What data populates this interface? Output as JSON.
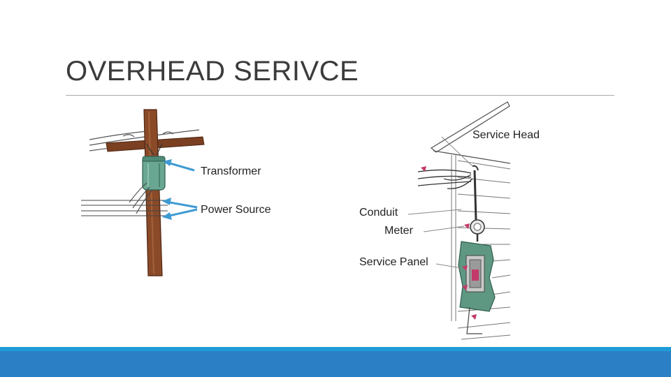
{
  "slide": {
    "title": "OVERHEAD SERIVCE"
  },
  "labels": {
    "transformer": "Transformer",
    "power_source": "Power Source",
    "service_head": "Service Head",
    "conduit": "Conduit",
    "meter": "Meter",
    "service_panel": "Service Panel"
  },
  "colors": {
    "pole": "#7b3f22",
    "transformer": "#5f9a86",
    "arrow": "#3e9ad3",
    "wall_siding": "#ffffff",
    "panel": "#4f8a73",
    "pointer": "#c23a6a",
    "footer": "#2b7fc5",
    "footer_accent": "#1e9bd7"
  }
}
